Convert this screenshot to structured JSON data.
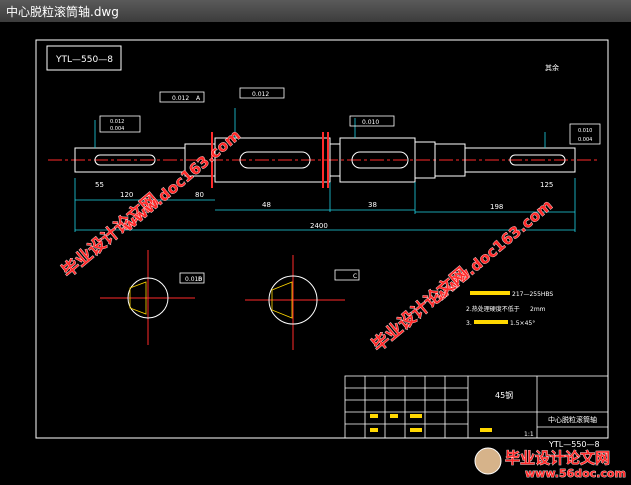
{
  "window": {
    "title": "中心脱粒滚筒轴.dwg"
  },
  "drawing": {
    "part_code_box": "YTL—550—8",
    "finish_mark": "其余",
    "dimensions": {
      "d120": "120",
      "d80": "80",
      "d48": "48",
      "d38": "38",
      "d198": "198",
      "d2400": "2400",
      "d55": "55",
      "d125": "125"
    },
    "tolerances": {
      "t1": "0.012",
      "t2": "0.012",
      "t3": "0.010",
      "t4": "0.010",
      "t5": "0.012",
      "t6": "0.004",
      "t7": "0.010",
      "t8": "0.004",
      "ref_a": "A",
      "ref_b": "B",
      "ref_c": "C"
    },
    "notes": {
      "n1": "217—255HBS",
      "n2": "2.热处理硬度不低于",
      "n2b": "2mm",
      "n3": "3.",
      "n3b": "1.5×45°"
    },
    "title_block": {
      "material": "45钢",
      "name": "中心脱粒滚筒轴",
      "code": "YTL—550—8",
      "scale": "1:1"
    }
  },
  "watermarks": {
    "left_cn": "毕业设计论文网",
    "left_url": "www.doc163.com",
    "right_url": "www.doc163.com",
    "center_cn": "毕业设计论文网",
    "bottom_cn": "毕业设计论文网",
    "bottom_url": "www.56doc.com"
  }
}
